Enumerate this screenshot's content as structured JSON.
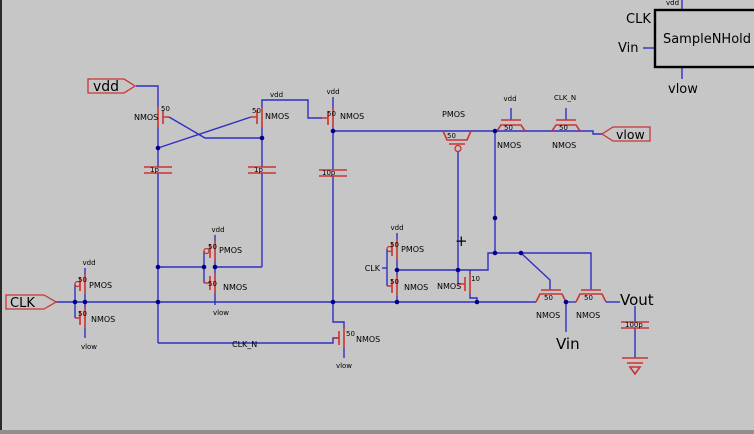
{
  "colors": {
    "background": "#c6c6c6",
    "wire_blue": "#2e2ec4",
    "device_red": "#cc3333",
    "junction_navy": "#00008b",
    "text_black": "#000000"
  },
  "ports": {
    "vdd": "vdd",
    "clk": "CLK",
    "vlow": "vlow"
  },
  "block": {
    "title": "SampleNHold",
    "pin_clk": "CLK",
    "pin_vin": "Vin",
    "pin_vlow": "vlow",
    "pin_top": "vdd"
  },
  "nets": {
    "vdd_wire": "vdd",
    "clk_n": "CLK_N",
    "inv2_in": "CLK",
    "vin": "Vin",
    "vout": "Vout",
    "plus": "+"
  },
  "devices": {
    "m1": {
      "name": "NMOS",
      "size": "50"
    },
    "m2": {
      "name": "NMOS",
      "size": "50"
    },
    "m3": {
      "name": "NMOS",
      "size": "50",
      "net": "vdd"
    },
    "m4": {
      "name": "NMOS",
      "size": "50",
      "net": "vlow"
    },
    "m5": {
      "name": "PMOS",
      "size": "50"
    },
    "m6": {
      "name": "NMOS",
      "size": "50",
      "net": "vdd"
    },
    "m7": {
      "name": "NMOS",
      "size": "50",
      "net": "CLK_N"
    },
    "m8": {
      "name": "NMOS",
      "size": "50"
    },
    "m9": {
      "name": "NMOS",
      "size": "50"
    },
    "m10": {
      "name": "NMOS",
      "size": "10"
    },
    "inv1": {
      "p_size": "50",
      "p_name": "PMOS",
      "n_size": "50",
      "n_name": "NMOS",
      "vdd": "vdd",
      "vlow": "vlow"
    },
    "inv2": {
      "p_size": "50",
      "p_name": "PMOS",
      "n_size": "50",
      "n_name": "NMOS",
      "vdd": "vdd"
    },
    "inv3": {
      "p_size": "50",
      "p_name": "PMOS",
      "n_size": "50",
      "n_name": "NMOS",
      "vdd": "vdd",
      "vlow": "vlow"
    },
    "c1": {
      "value": "1p"
    },
    "c2": {
      "value": "1p"
    },
    "c3": {
      "value": "10p"
    },
    "c4": {
      "value": "100p"
    }
  }
}
